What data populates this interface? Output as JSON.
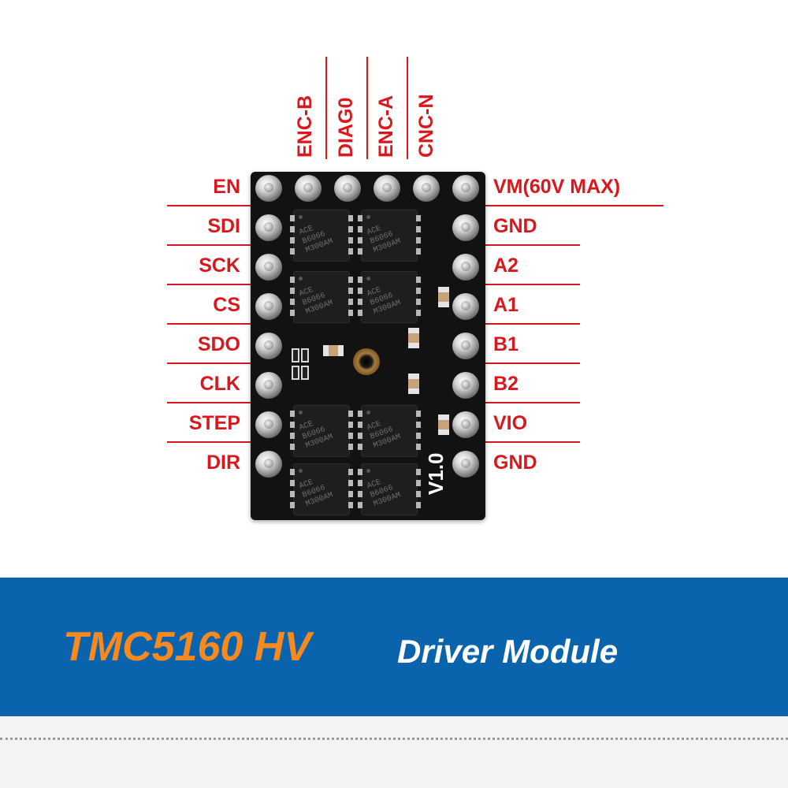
{
  "diagram": {
    "top_labels": [
      "ENC-B",
      "DIAG0",
      "ENC-A",
      "CNC-N"
    ],
    "left_labels": [
      "EN",
      "SDI",
      "SCK",
      "CS",
      "SDO",
      "CLK",
      "STEP",
      "DIR"
    ],
    "right_labels": [
      "VM(60V MAX)",
      "GND",
      "A2",
      "A1",
      "B1",
      "B2",
      "VIO",
      "GND"
    ],
    "board_version": "V1.0",
    "chip_marking": "ACE B6066 M300AM",
    "label_color": "#d9171c",
    "board_color": "#121212"
  },
  "banner": {
    "model": "TMC5160 HV",
    "description": "Driver Module",
    "background_color": "#0a64ad",
    "model_color": "#f6891f",
    "description_color": "#ffffff"
  }
}
